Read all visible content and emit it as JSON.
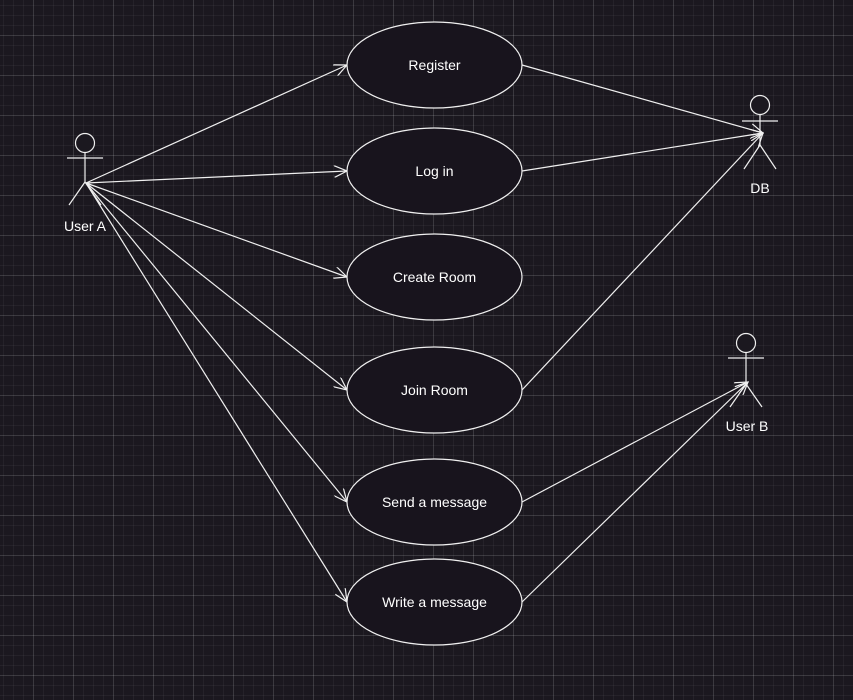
{
  "colors": {
    "background": "#1b181f",
    "shape_fill": "#18141d",
    "stroke": "#f0f0f0",
    "text": "#ffffff"
  },
  "actors": {
    "user_a": "User A",
    "db": "DB",
    "user_b": "User B"
  },
  "use_cases": {
    "register": "Register",
    "log_in": "Log in",
    "create_room": "Create Room",
    "join_room": "Join Room",
    "send_message": "Send a message",
    "write_message": "Write a message"
  },
  "associations": [
    {
      "from": "User A",
      "to": "Register"
    },
    {
      "from": "User A",
      "to": "Log in"
    },
    {
      "from": "User A",
      "to": "Create Room"
    },
    {
      "from": "User A",
      "to": "Join Room"
    },
    {
      "from": "User A",
      "to": "Send a message"
    },
    {
      "from": "User A",
      "to": "Write a message"
    },
    {
      "from": "Register",
      "to": "DB"
    },
    {
      "from": "Log in",
      "to": "DB"
    },
    {
      "from": "Join Room",
      "to": "DB"
    },
    {
      "from": "Send a message",
      "to": "User B"
    },
    {
      "from": "Write a message",
      "to": "User B"
    }
  ]
}
